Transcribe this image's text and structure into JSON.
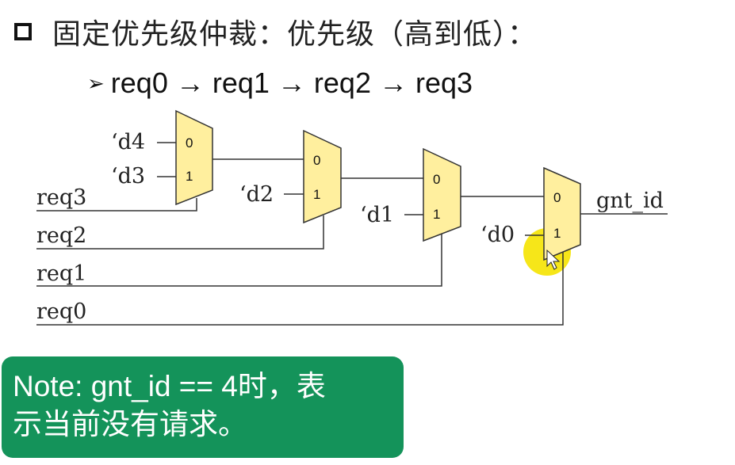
{
  "title": "固定优先级仲裁：优先级（高到低）：",
  "priority_order": "req0 → req1 → req2 → req3",
  "diagram": {
    "constants": [
      "‘d4",
      "‘d3",
      "‘d2",
      "‘d1",
      "‘d0"
    ],
    "requests": [
      "req3",
      "req2",
      "req1",
      "req0"
    ],
    "mux_input_labels": [
      "0",
      "1"
    ],
    "output": "gnt_id"
  },
  "note": {
    "line1": "Note: gnt_id == 4时，表",
    "line2": "示当前没有请求。"
  },
  "colors": {
    "mux_fill": "#ffef9e",
    "note_bg": "#14935a",
    "cursor_highlight": "#f5e300"
  }
}
